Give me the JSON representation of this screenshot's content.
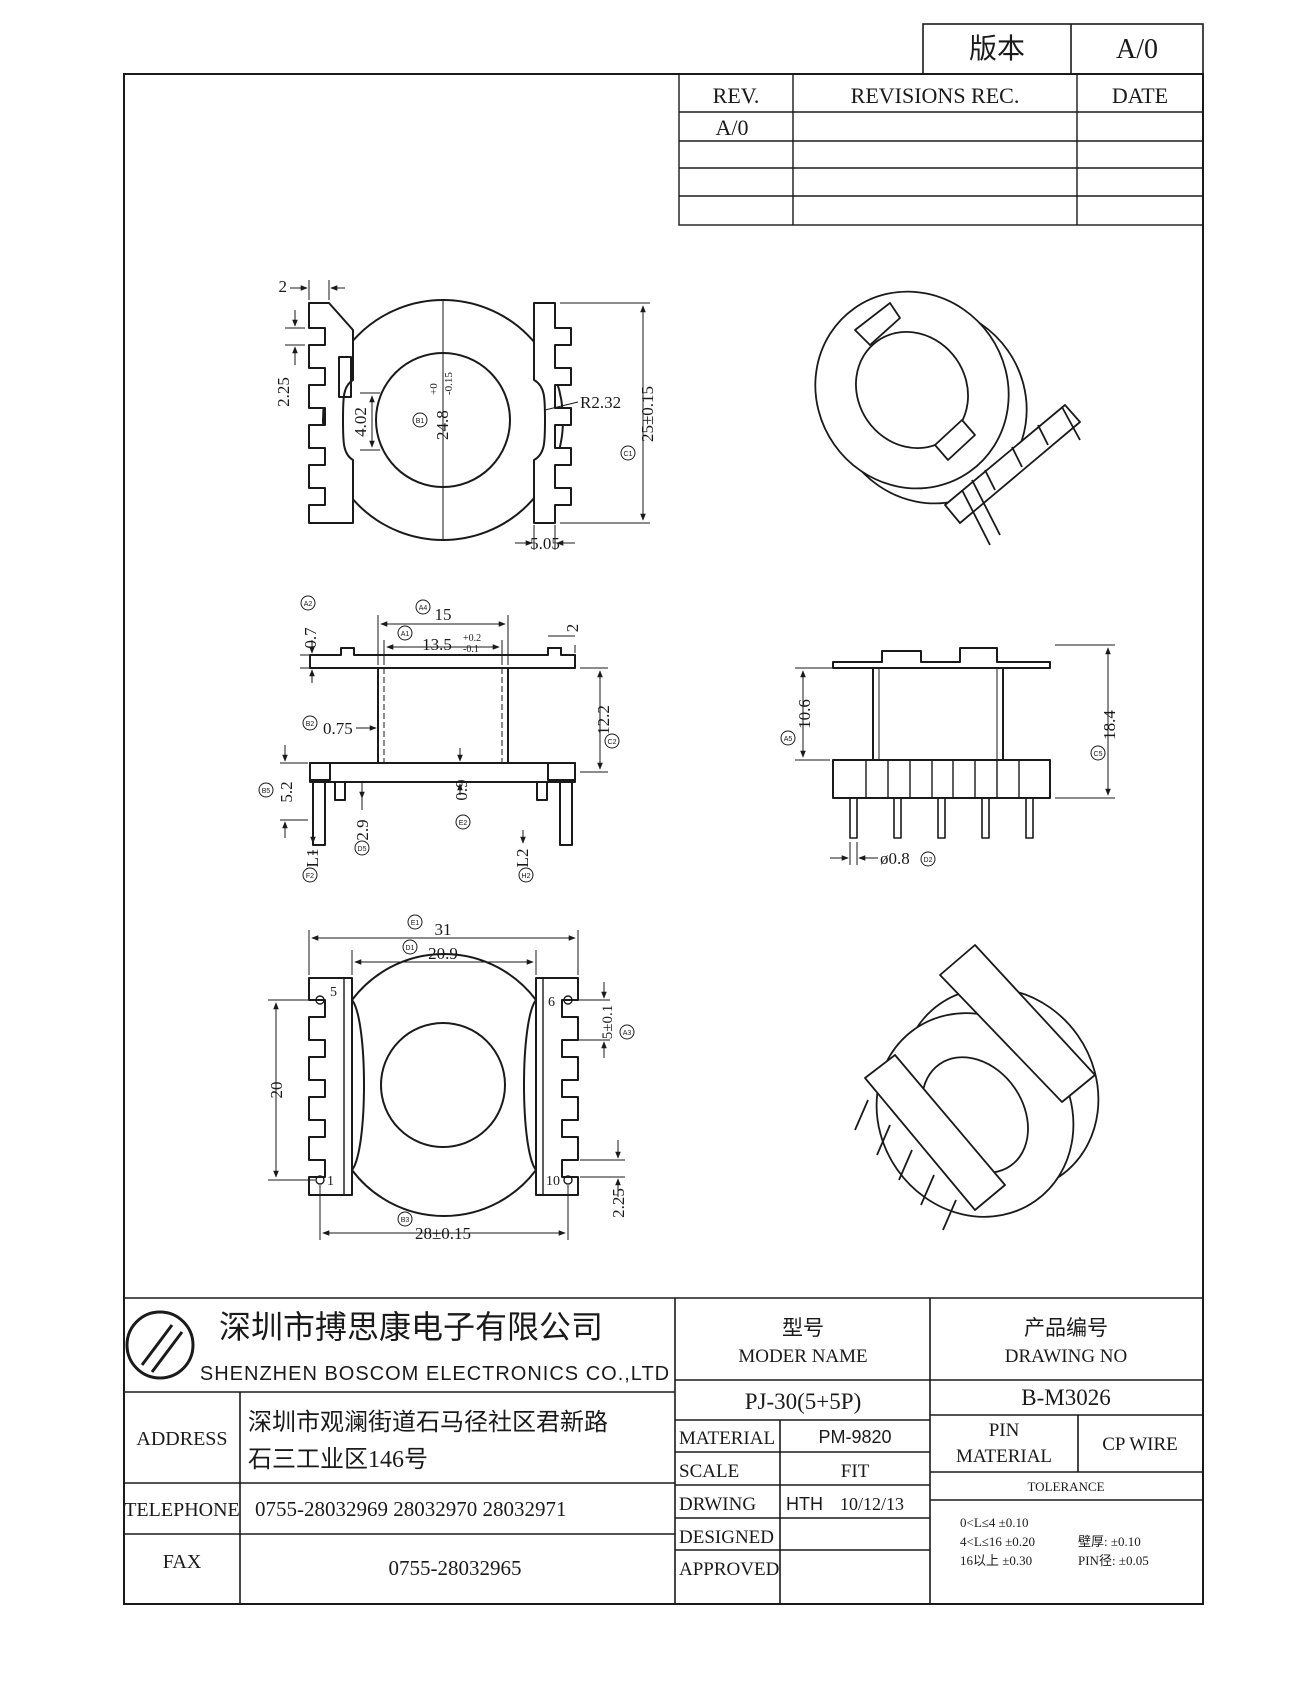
{
  "version_box": {
    "label": "版本",
    "value": "A/0"
  },
  "revisions": {
    "headers": [
      "REV.",
      "REVISIONS REC.",
      "DATE"
    ],
    "rows": [
      [
        "A/0",
        "",
        ""
      ],
      [
        "",
        "",
        ""
      ],
      [
        "",
        "",
        ""
      ],
      [
        "",
        "",
        ""
      ]
    ]
  },
  "drawing": {
    "top_view": {
      "dims": [
        "2",
        "2.25",
        "4.02",
        "24.8",
        "+0",
        "-0.15",
        "R2.32",
        "25±0.15",
        "5.05"
      ],
      "tags": [
        "B1",
        "C1"
      ]
    },
    "front_view": {
      "dims": [
        "15",
        "13.5",
        "+0.2",
        "-0.1",
        "0.7",
        "2",
        "12.2",
        "0.75",
        "5.2",
        "0.9",
        "2.9",
        "L1",
        "L2"
      ],
      "tags": [
        "A2",
        "A4",
        "A1",
        "C2",
        "B2",
        "B5",
        "E2",
        "D5",
        "F2",
        "H2"
      ]
    },
    "side_view": {
      "dims": [
        "10.6",
        "18.4",
        "ø0.8"
      ],
      "tags": [
        "A5",
        "C5",
        "D2"
      ]
    },
    "bottom_view": {
      "dims": [
        "31",
        "20.9",
        "20",
        "5±0.1",
        "2.25",
        "28±0.15"
      ],
      "tags": [
        "E1",
        "D1",
        "A3",
        "B3"
      ],
      "pins": [
        "5",
        "6",
        "1",
        "10"
      ]
    }
  },
  "title_block": {
    "company_cn": "深圳市搏思康电子有限公司",
    "company_en": "SHENZHEN BOSCOM ELECTRONICS CO.,LTD",
    "model": {
      "label_cn": "型号",
      "label_en": "MODER NAME",
      "value": "PJ-30(5+5P)"
    },
    "drawing_no": {
      "label_cn": "产品编号",
      "label_en": "DRAWING NO",
      "value": "B-M3026"
    },
    "address": {
      "label": "ADDRESS",
      "line1": "深圳市观澜街道石马径社区君新路",
      "line2": "石三工业区146号"
    },
    "telephone": {
      "label": "TELEPHONE",
      "value": "0755-28032969 28032970 28032971"
    },
    "fax": {
      "label": "FAX",
      "value": "0755-28032965"
    },
    "material": {
      "label": "MATERIAL",
      "value": "PM-9820"
    },
    "scale": {
      "label": "SCALE",
      "value": "FIT"
    },
    "drawing": {
      "label": "DRWING",
      "name": "HTH",
      "date": "10/12/13"
    },
    "designed": {
      "label": "DESIGNED"
    },
    "approved": {
      "label": "APPROVED"
    },
    "pin_material": {
      "label1": "PIN",
      "label2": "MATERIAL",
      "value": "CP WIRE"
    },
    "tolerance": {
      "label": "TOLERANCE",
      "line1": "0<L≤4  ±0.10",
      "line2a": "4<L≤16  ±0.20",
      "line2b": "壁厚:  ±0.10",
      "line3a": "16以上    ±0.30",
      "line3b": "PIN径: ±0.05"
    }
  }
}
